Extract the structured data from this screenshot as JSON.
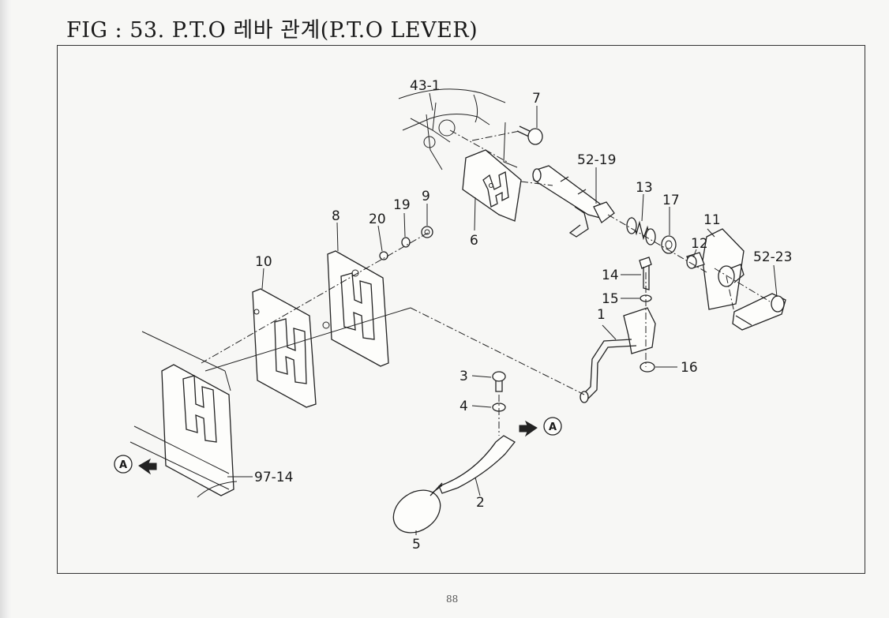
{
  "title": "FIG : 53. P.T.O 레바 관계(P.T.O LEVER)",
  "page_number": "88",
  "callouts": {
    "c43_1": "43-1",
    "c7": "7",
    "c52_19": "52-19",
    "c13": "13",
    "c17": "17",
    "c11": "11",
    "c12": "12",
    "c52_23": "52-23",
    "c6": "6",
    "c9": "9",
    "c19": "19",
    "c20": "20",
    "c8": "8",
    "c10": "10",
    "c14": "14",
    "c15": "15",
    "c1": "1",
    "c16": "16",
    "c3": "3",
    "c4": "4",
    "c2": "2",
    "c5": "5",
    "c97_14": "97-14"
  },
  "markers": {
    "a_left": "A",
    "a_right": "A"
  }
}
